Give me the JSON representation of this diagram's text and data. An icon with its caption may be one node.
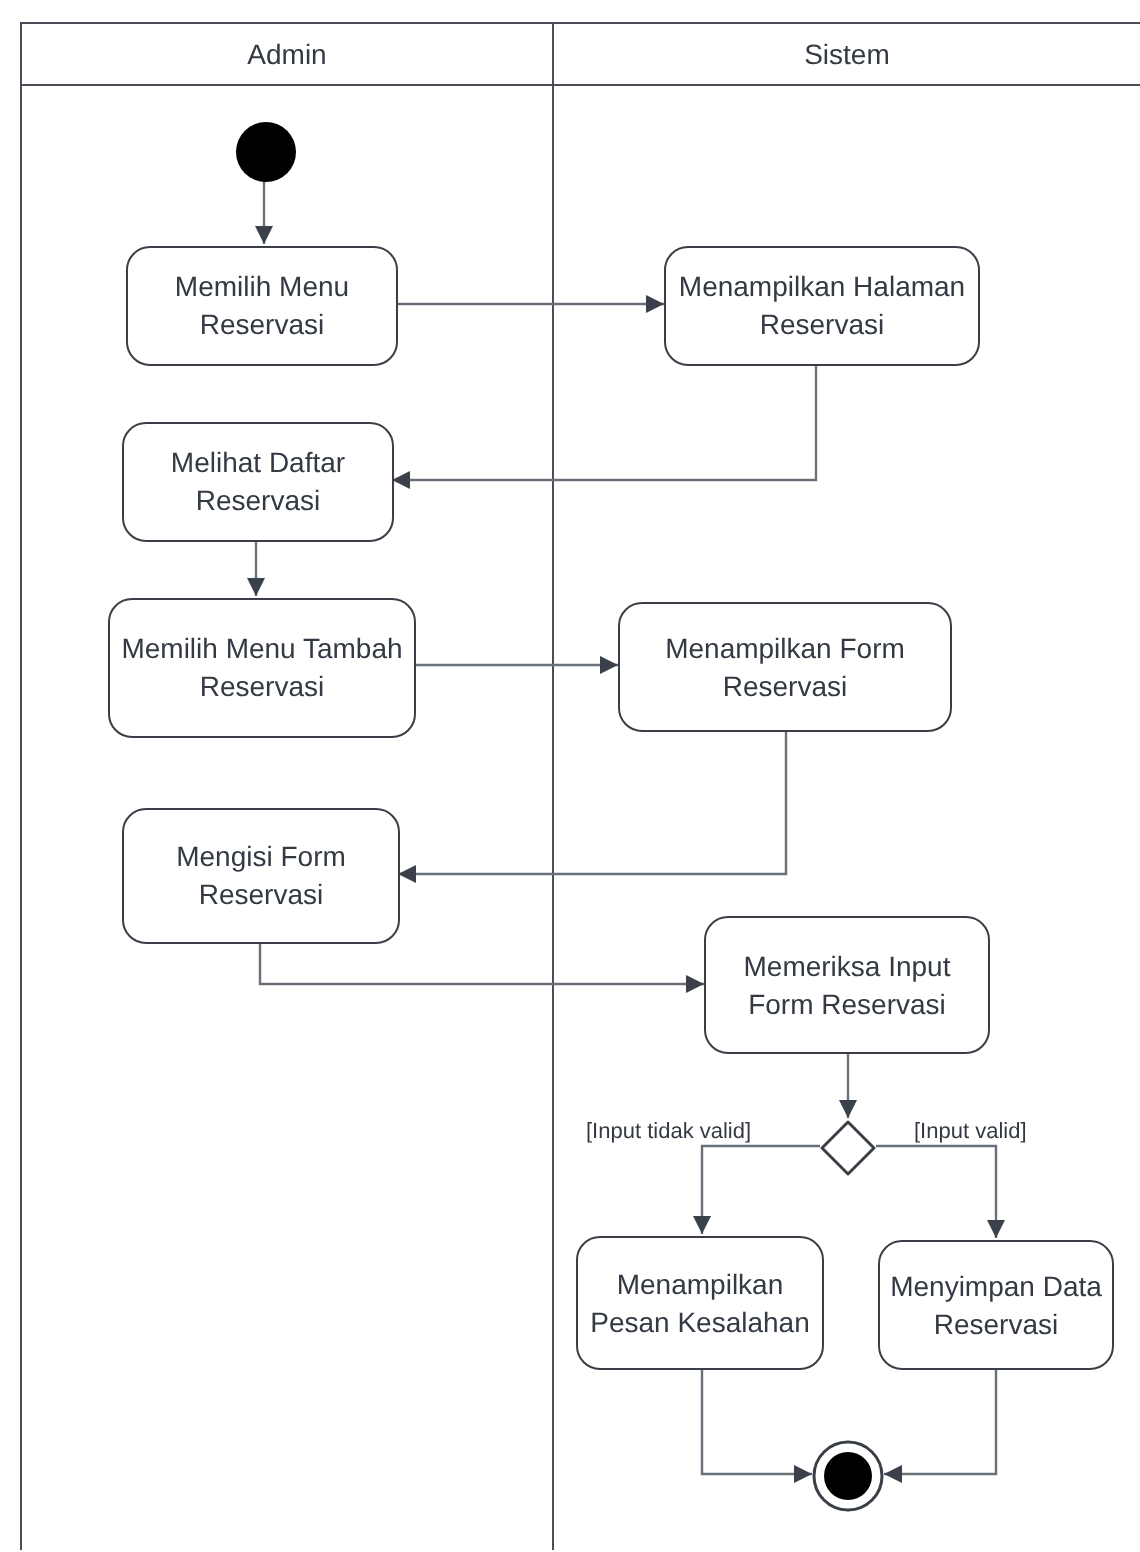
{
  "diagram": {
    "nodes": [
      {
        "text": [
          "Admin"
        ]
      },
      {
        "text": [
          "Sistem"
        ]
      },
      {
        "text": [],
        "shape": "circle",
        "in": 0
      },
      {
        "text": [
          "Memilih Menu Reservasi"
        ],
        "in": 0
      },
      {
        "text": [
          "Menampilkan Halaman Reservasi"
        ],
        "in": 1
      },
      {
        "text": [
          "Melihat Daftar Reservasi"
        ],
        "in": 0
      },
      {
        "text": [
          "Memilih Menu Tambah Reservasi"
        ],
        "in": 0
      },
      {
        "text": [
          "Menampilkan Form Reservasi"
        ],
        "in": 1
      },
      {
        "text": [
          "Mengisi Form Reservasi"
        ],
        "in": 0
      },
      {
        "text": [
          "Memeriksa Input Form Reservasi"
        ],
        "in": 1
      },
      {
        "text": [],
        "shape": "diamond",
        "in": 1
      },
      {
        "text": [
          "Menampilkan Pesan Kesalahan"
        ],
        "in": 1
      },
      {
        "text": [
          "Menyimpan Data Reservasi"
        ],
        "in": 1
      },
      {
        "text": [],
        "shape": "circle",
        "in": 1
      }
    ],
    "edges": [
      {
        "from": 2,
        "to": 3,
        "arrow": "to"
      },
      {
        "from": 3,
        "to": 4,
        "arrow": "to"
      },
      {
        "from": 4,
        "to": 5,
        "arrow": "to"
      },
      {
        "from": 5,
        "to": 6,
        "arrow": "to"
      },
      {
        "from": 6,
        "to": 7,
        "arrow": "to"
      },
      {
        "from": 7,
        "to": 8,
        "arrow": "to"
      },
      {
        "from": 8,
        "to": 9,
        "arrow": "to"
      },
      {
        "from": 9,
        "to": 10,
        "arrow": "to"
      },
      {
        "from": 10,
        "to": 11,
        "arrow": "to",
        "label": "[Input tidak valid]"
      },
      {
        "from": 10,
        "to": 12,
        "arrow": "to",
        "label": "[Input valid]"
      },
      {
        "from": 11,
        "to": 13,
        "arrow": "to"
      },
      {
        "from": 12,
        "to": 13,
        "arrow": "to"
      }
    ]
  }
}
